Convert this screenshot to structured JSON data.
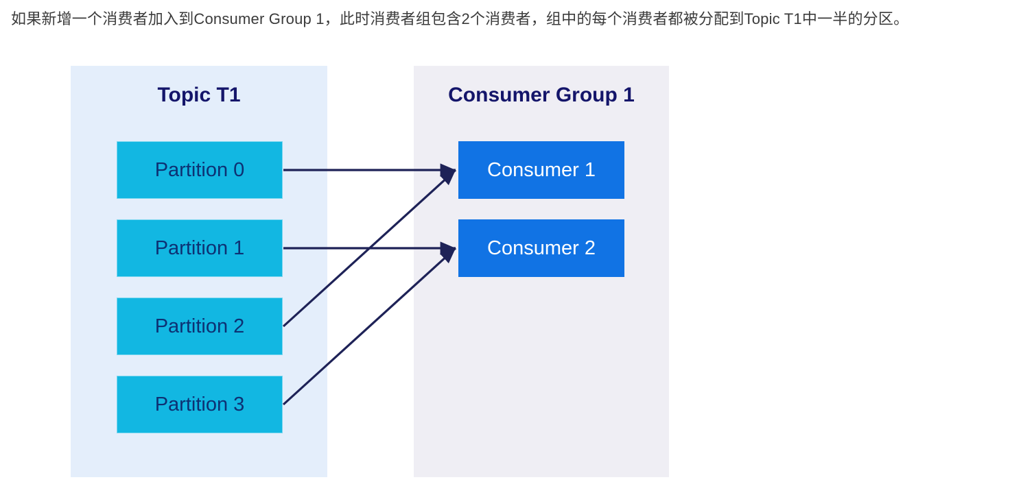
{
  "caption": "如果新增一个消费者加入到Consumer Group 1，此时消费者组包含2个消费者，组中的每个消费者都被分配到Topic T1中一半的分区。",
  "diagram": {
    "topic_panel": {
      "title": "Topic T1",
      "bg": "#e4eefb",
      "box_bg": "#12b7e2",
      "box_text_color": "#0d3173",
      "partitions": [
        {
          "id": "partition-0",
          "label": "Partition 0"
        },
        {
          "id": "partition-1",
          "label": "Partition 1"
        },
        {
          "id": "partition-2",
          "label": "Partition 2"
        },
        {
          "id": "partition-3",
          "label": "Partition 3"
        }
      ]
    },
    "consumer_panel": {
      "title": "Consumer Group 1",
      "bg": "#efeef4",
      "box_bg": "#1173e4",
      "box_text_color": "#ffffff",
      "consumers": [
        {
          "id": "consumer-1",
          "label": "Consumer 1"
        },
        {
          "id": "consumer-2",
          "label": "Consumer 2"
        }
      ]
    },
    "connections": [
      {
        "from": "partition-0",
        "to": "consumer-1"
      },
      {
        "from": "partition-1",
        "to": "consumer-2"
      },
      {
        "from": "partition-2",
        "to": "consumer-1"
      },
      {
        "from": "partition-3",
        "to": "consumer-2"
      }
    ],
    "arrow_color": "#1e2257",
    "title_color": "#14156a"
  }
}
